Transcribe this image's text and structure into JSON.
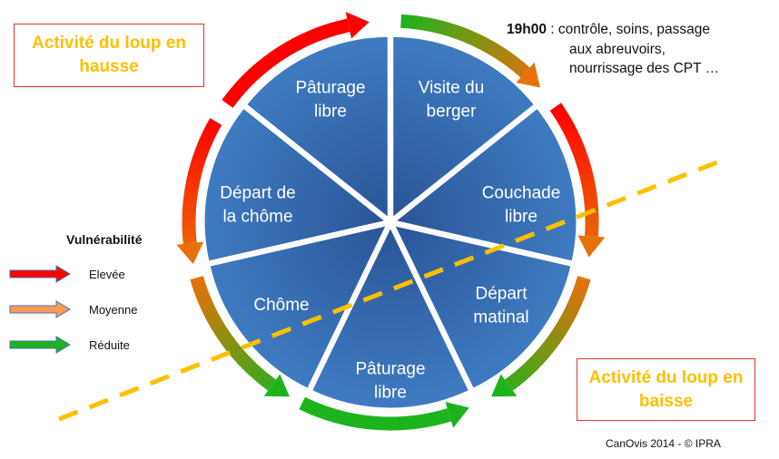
{
  "boxes": {
    "top_left": "Activité du loup en hausse",
    "bottom_right": "Activité du loup en baisse"
  },
  "slices": [
    {
      "label_1": "Visite du",
      "label_2": "berger"
    },
    {
      "label_1": "Couchade",
      "label_2": "libre"
    },
    {
      "label_1": "Départ",
      "label_2": "matinal"
    },
    {
      "label_1": "Pâturage",
      "label_2": "libre"
    },
    {
      "label_1": "Chôme",
      "label_2": ""
    },
    {
      "label_1": "Départ de",
      "label_2": "la chôme"
    },
    {
      "label_1": "Pâturage",
      "label_2": "libre"
    }
  ],
  "note": {
    "time": "19h00",
    "line_1": " : contrôle, soins, passage",
    "line_2": "aux abreuvoirs,",
    "line_3": "nourrissage des CPT …"
  },
  "legend": {
    "title": "Vulnérabilité",
    "items": [
      {
        "label": "Elevée",
        "color": "#ff0000"
      },
      {
        "label": "Moyenne",
        "color": "#f79a5a"
      },
      {
        "label": "Réduite",
        "color": "#1db31d"
      }
    ]
  },
  "colors": {
    "slice": "#3a6fb4",
    "slice_dark": "#2a5596",
    "red": "#ff0000",
    "orange": "#e8700a",
    "green": "#1db31d",
    "dash": "#ffc000"
  },
  "credit": "CanOvis 2014 - © IPRA"
}
